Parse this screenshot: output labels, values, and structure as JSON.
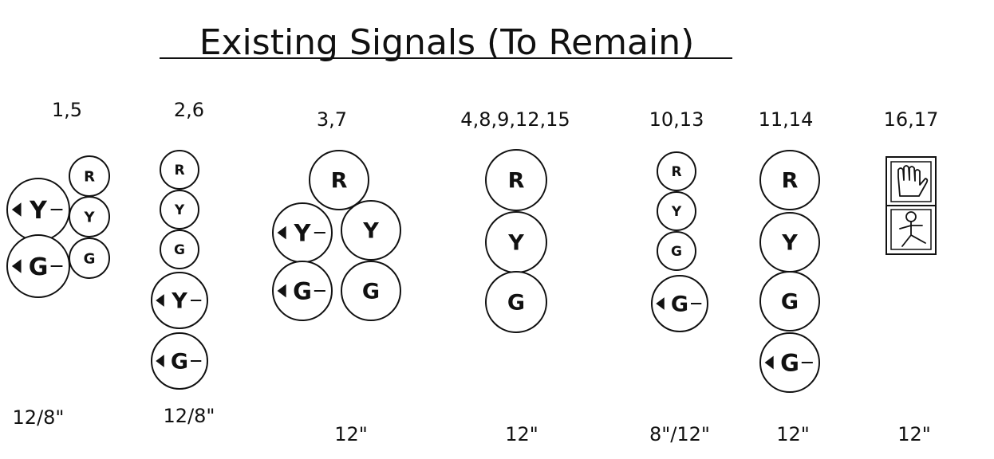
{
  "title": "Existing Signals (To Remain)",
  "signals": [
    {
      "heads": "1,5",
      "size": "12/8\"",
      "lenses": [
        "R",
        "Y",
        "G",
        "Y",
        "G"
      ]
    },
    {
      "heads": "2,6",
      "size": "12/8\"",
      "lenses": [
        "R",
        "Y",
        "G",
        "Y",
        "G"
      ]
    },
    {
      "heads": "3,7",
      "size": "12\"",
      "lenses": [
        "R",
        "Y",
        "Y",
        "G",
        "G"
      ]
    },
    {
      "heads": "4,8,9,12,15",
      "size": "12\"",
      "lenses": [
        "R",
        "Y",
        "G"
      ]
    },
    {
      "heads": "10,13",
      "size": "8\"/12\"",
      "lenses": [
        "R",
        "Y",
        "G",
        "G"
      ]
    },
    {
      "heads": "11,14",
      "size": "12\"",
      "lenses": [
        "R",
        "Y",
        "G",
        "G"
      ]
    },
    {
      "heads": "16,17",
      "size": "12\"",
      "lenses": [
        "hand-icon",
        "walking-person-icon"
      ]
    }
  ],
  "colors": {
    "ink": "#111111",
    "paper": "#ffffff"
  }
}
